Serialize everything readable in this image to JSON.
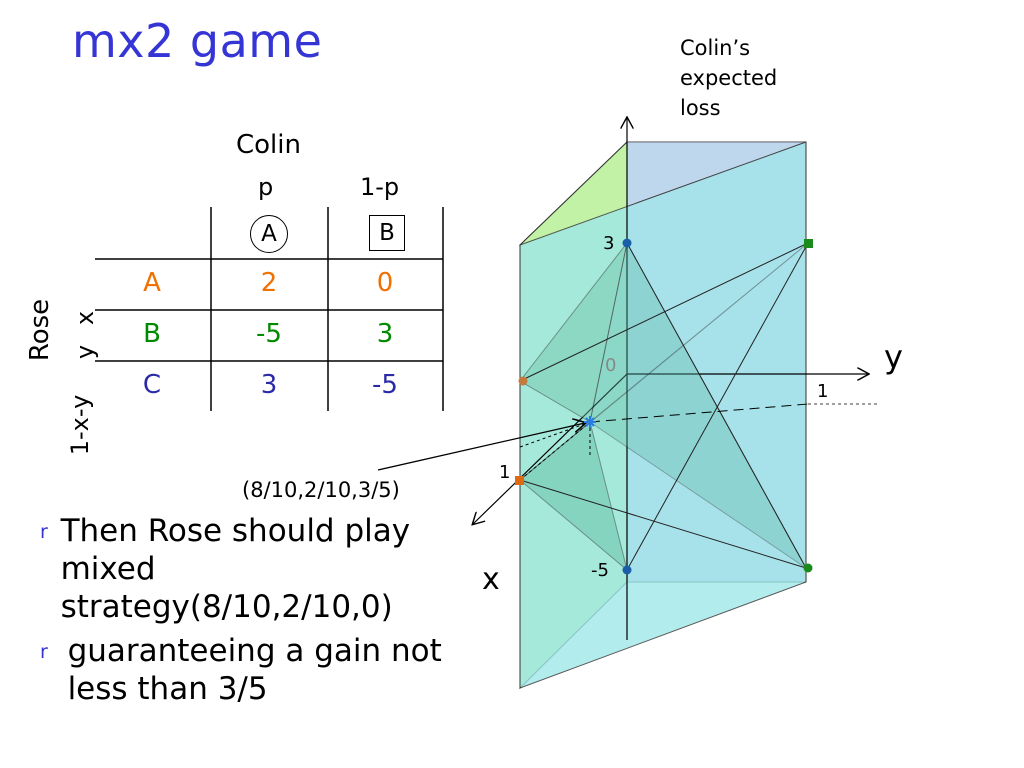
{
  "title": "mx2 game",
  "table": {
    "column_player": "Colin",
    "column_probs": [
      "p",
      "1-p"
    ],
    "column_strategies": [
      "A",
      "B"
    ],
    "row_player": "Rose",
    "row_probs": [
      "x",
      "y",
      "1-x-y"
    ],
    "rows": [
      {
        "label": "A",
        "values": [
          "2",
          "0"
        ],
        "color": "#f07000"
      },
      {
        "label": "B",
        "values": [
          "-5",
          "3"
        ],
        "color": "#008a00"
      },
      {
        "label": "C",
        "values": [
          "3",
          "-5"
        ],
        "color": "#2a2aa8"
      }
    ]
  },
  "bullets": [
    "Then Rose should play mixed strategy(8/10,2/10,0)",
    "guaranteeing a gain not less than 3/5"
  ],
  "bullet_marker": "r",
  "diagram": {
    "axis_title": [
      "Colin’s",
      "expected",
      "loss"
    ],
    "tick_3": "3",
    "tick_0": "0",
    "tick_minus5": "-5",
    "tick_y1": "1",
    "tick_x1": "1",
    "y_axis_label": "y",
    "x_axis_label": "x",
    "point_label": "(8/10,2/10,3/5)"
  }
}
